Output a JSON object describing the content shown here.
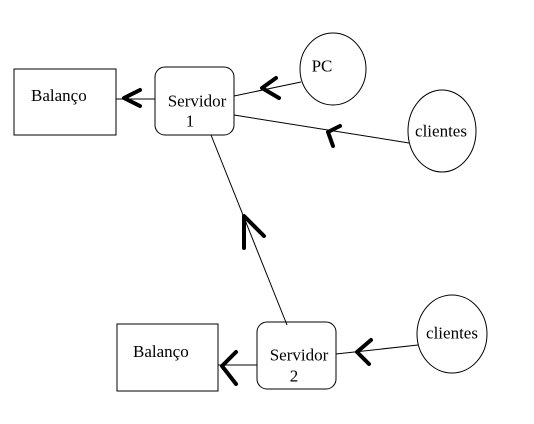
{
  "nodes": {
    "balanco_top": {
      "label": "Balanço"
    },
    "servidor1": {
      "line1": "Servidor",
      "line2": "1"
    },
    "pc": {
      "label": "PC"
    },
    "clientes_top": {
      "label": "clientes"
    },
    "balanco_bottom": {
      "label": "Balanço"
    },
    "servidor2": {
      "line1": "Servidor",
      "line2": "2"
    },
    "clientes_bottom": {
      "label": "clientes"
    }
  },
  "colors": {
    "stroke": "#000000",
    "background": "#ffffff"
  }
}
